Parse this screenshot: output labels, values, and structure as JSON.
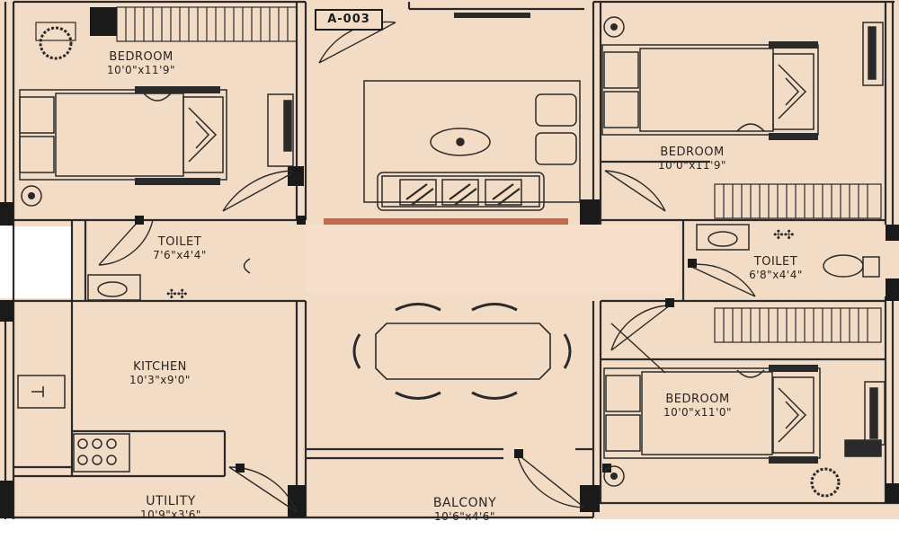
{
  "plan": {
    "unit": "A-003",
    "colors": {
      "floor": "#f3dcc6",
      "wall": "#2a2a2a",
      "band": "#c46a4c",
      "blank": "#f6e0cb"
    },
    "rooms": [
      {
        "name": "BEDROOM",
        "dims": "10'0\"x11'9\""
      },
      {
        "name": "BEDROOM",
        "dims": "10'0\"x11'9\""
      },
      {
        "name": "TOILET",
        "dims": "7'6\"x4'4\""
      },
      {
        "name": "TOILET",
        "dims": "6'8\"x4'4\""
      },
      {
        "name": "KITCHEN",
        "dims": "10'3\"x9'0\""
      },
      {
        "name": "BEDROOM",
        "dims": "10'0\"x11'0\""
      },
      {
        "name": "UTILITY",
        "dims": "10'9\"x3'6\""
      },
      {
        "name": "BALCONY",
        "dims": "10'6\"x4'6\""
      }
    ]
  }
}
